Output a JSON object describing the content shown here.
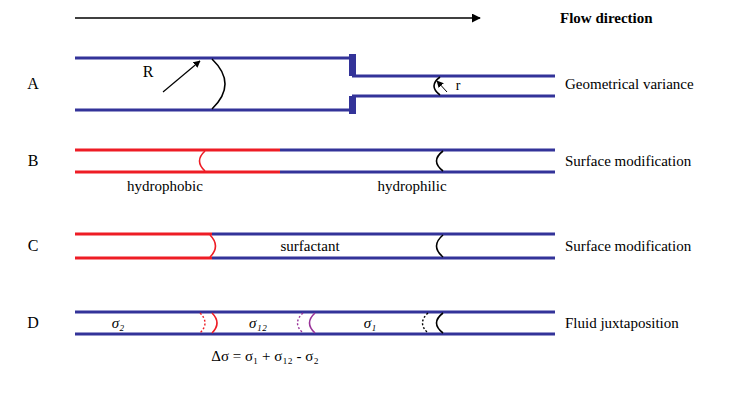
{
  "diagram": {
    "labels": [
      "Flow direction",
      "A",
      "R",
      "r",
      "Geometrical variance",
      "B",
      "hydrophobic",
      "hydrophilic",
      "Surface modification",
      "C",
      "surfactant",
      "Surface modification",
      "D",
      "σ₂",
      "σ₁₂",
      "σ₁",
      "Fluid juxtaposition",
      "Δσ = σ₁ + σ₁₂ - σ₂"
    ]
  }
}
